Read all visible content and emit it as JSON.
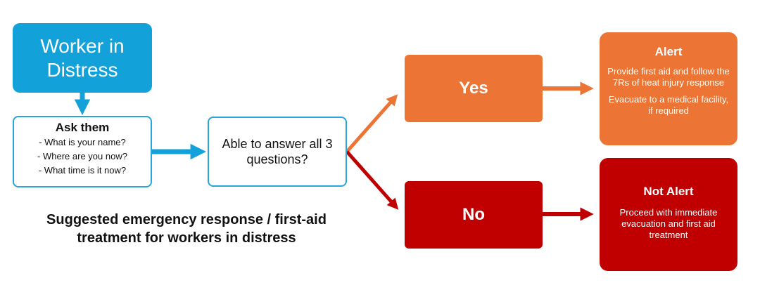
{
  "start": {
    "label": "Worker in Distress"
  },
  "ask": {
    "title": "Ask them",
    "questions": [
      "- What is your name?",
      "- Where are you now?",
      "- What time is it now?"
    ]
  },
  "decision": {
    "label": "Able to answer all 3 questions?"
  },
  "yes": {
    "label": "Yes"
  },
  "no": {
    "label": "No"
  },
  "alert": {
    "title": "Alert",
    "line1": "Provide first aid and follow the 7Rs of heat injury response",
    "line2": "Evacuate to a medical facility, if required"
  },
  "not_alert": {
    "title": "Not Alert",
    "line1": "Proceed with immediate evacuation and first aid treatment"
  },
  "caption": {
    "line1": "Suggested emergency response / first-aid",
    "line2": "treatment for workers in distress"
  },
  "colors": {
    "blue": "#13a1d9",
    "orange": "#ec7434",
    "red": "#c00000"
  }
}
